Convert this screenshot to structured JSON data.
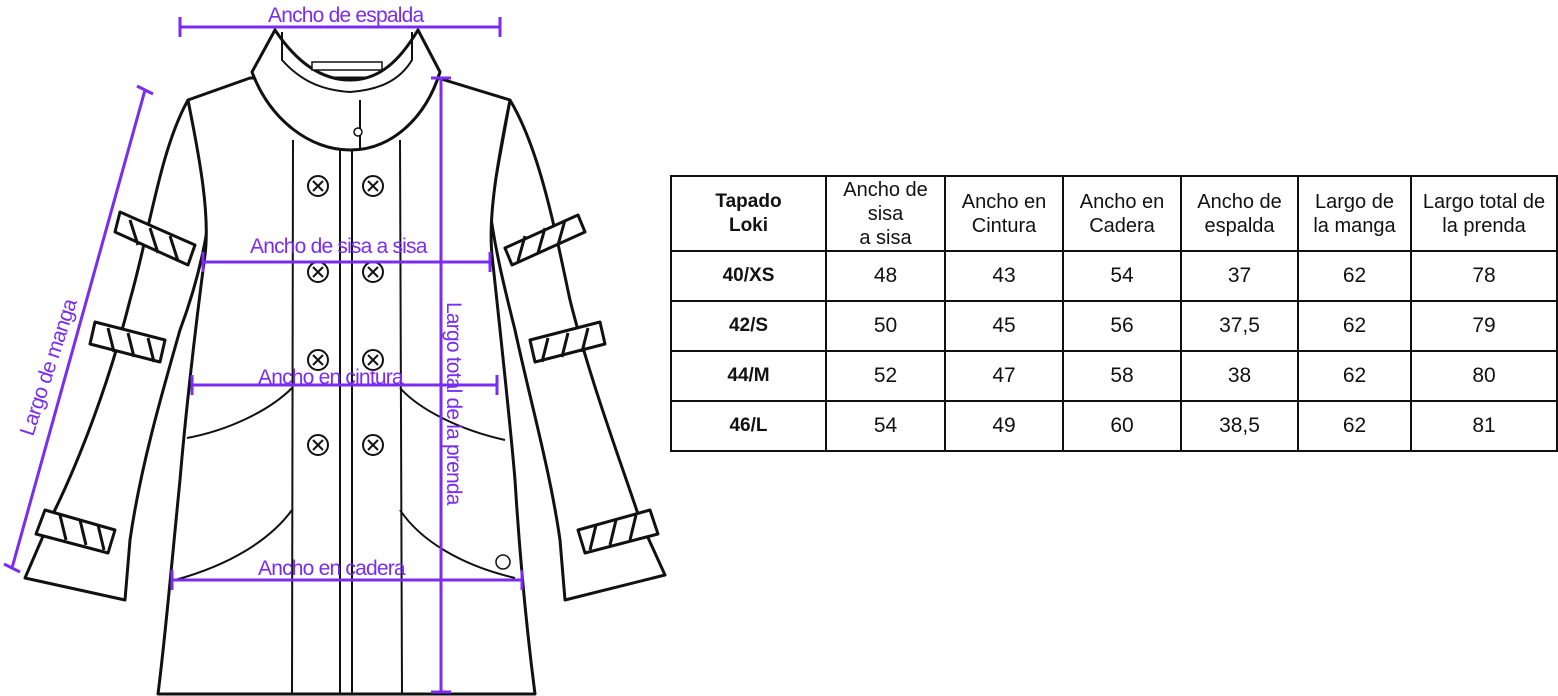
{
  "measurements": {
    "ancho_espalda": "Ancho de espalda",
    "ancho_sisa": "Ancho de sisa a sisa",
    "ancho_cintura": "Ancho en cintura",
    "ancho_cadera": "Ancho en cadera",
    "largo_manga": "Largo de manga",
    "largo_total": "Largo total de la prenda"
  },
  "colors": {
    "measure": "#7a2cf0",
    "outline": "#111111"
  },
  "table": {
    "corner_label": "Tapado Loki",
    "headers": [
      "Ancho de sisa a sisa",
      "Ancho en Cintura",
      "Ancho en Cadera",
      "Ancho de espalda",
      "Largo de la manga",
      "Largo total de la prenda"
    ],
    "rows": [
      {
        "size": "40/XS",
        "values": [
          "48",
          "43",
          "54",
          "37",
          "62",
          "78"
        ]
      },
      {
        "size": "42/S",
        "values": [
          "50",
          "45",
          "56",
          "37,5",
          "62",
          "79"
        ]
      },
      {
        "size": "44/M",
        "values": [
          "52",
          "47",
          "58",
          "38",
          "62",
          "80"
        ]
      },
      {
        "size": "46/L",
        "values": [
          "54",
          "49",
          "60",
          "38,5",
          "62",
          "81"
        ]
      }
    ]
  }
}
